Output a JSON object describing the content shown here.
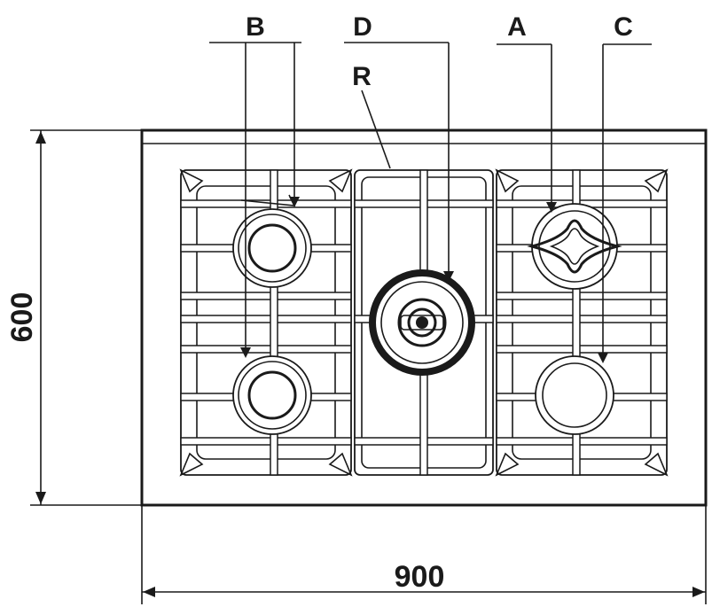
{
  "callouts": {
    "a": "A",
    "b": "B",
    "c": "C",
    "d": "D",
    "r": "R"
  },
  "dimensions": {
    "width": "900",
    "depth": "600"
  }
}
